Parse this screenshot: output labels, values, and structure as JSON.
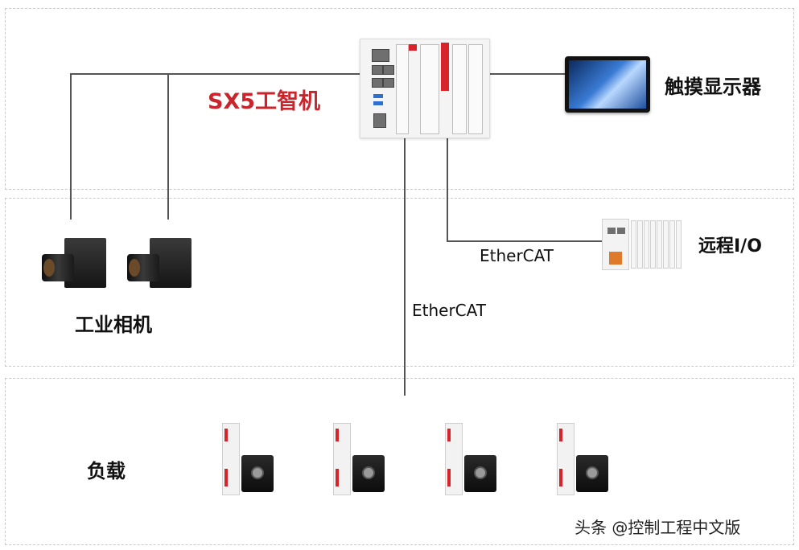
{
  "labels": {
    "controller": "SX5工智机",
    "touch_display": "触摸显示器",
    "remote_io": "远程I/O",
    "industrial_camera": "工业相机",
    "load": "负载",
    "ethercat_io": "EtherCAT",
    "ethercat_load": "EtherCAT"
  },
  "watermark": "头条 @控制工程中文版",
  "colors": {
    "controller_label": "#c8262c",
    "accent_red": "#d8232a",
    "usb_blue": "#2f6fd0"
  }
}
